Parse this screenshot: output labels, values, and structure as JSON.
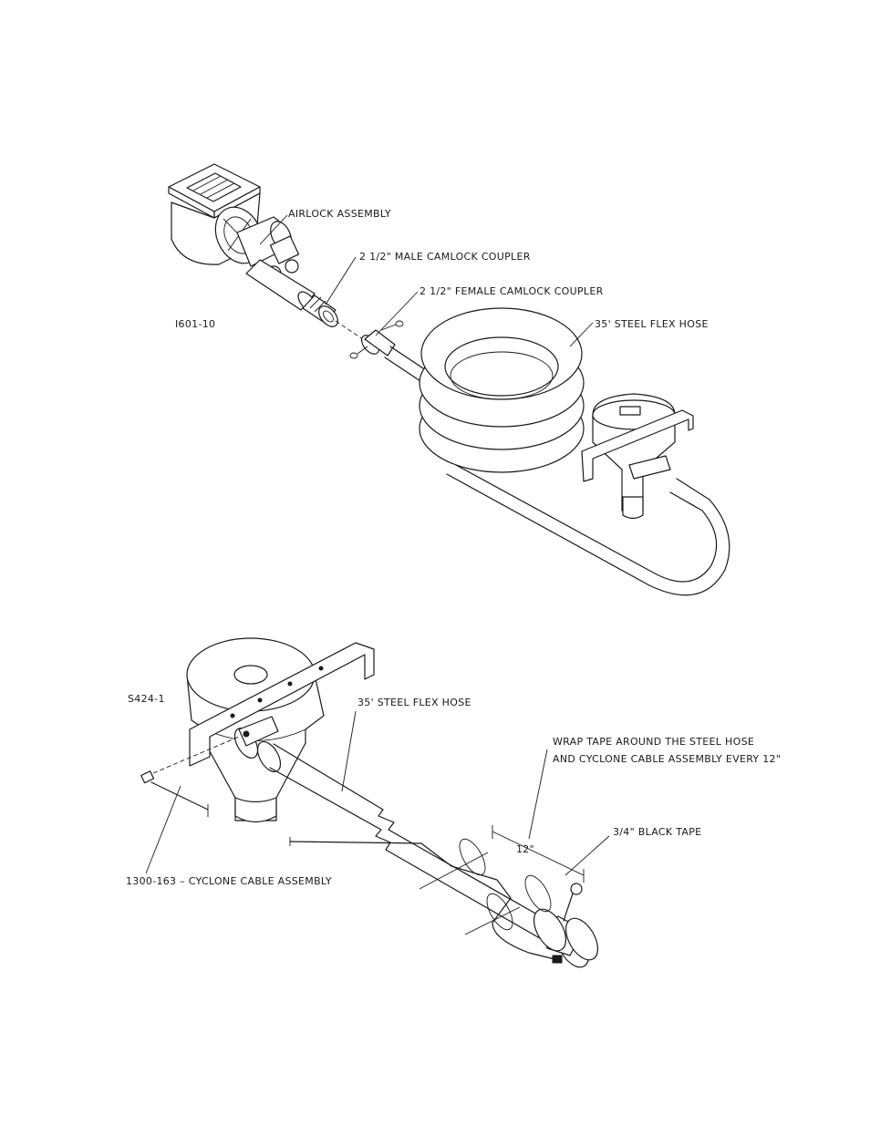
{
  "diagram_top": {
    "drawing_number": "I601-10",
    "labels": {
      "airlock": "AIRLOCK ASSEMBLY",
      "male_coupler": "2 1/2\" MALE CAMLOCK COUPLER",
      "female_coupler": "2 1/2\" FEMALE CAMLOCK COUPLER",
      "hose": "35' STEEL FLEX HOSE"
    }
  },
  "diagram_bottom": {
    "drawing_number": "S424-1",
    "labels": {
      "hose": "35' STEEL FLEX HOSE",
      "wrap_line1": "WRAP TAPE AROUND THE STEEL HOSE",
      "wrap_line2": "AND CYCLONE CABLE ASSEMBLY EVERY 12\"",
      "spacing": "12\"",
      "tape": "3/4\" BLACK TAPE",
      "cable": "1300-163  –  CYCLONE CABLE ASSEMBLY"
    }
  }
}
